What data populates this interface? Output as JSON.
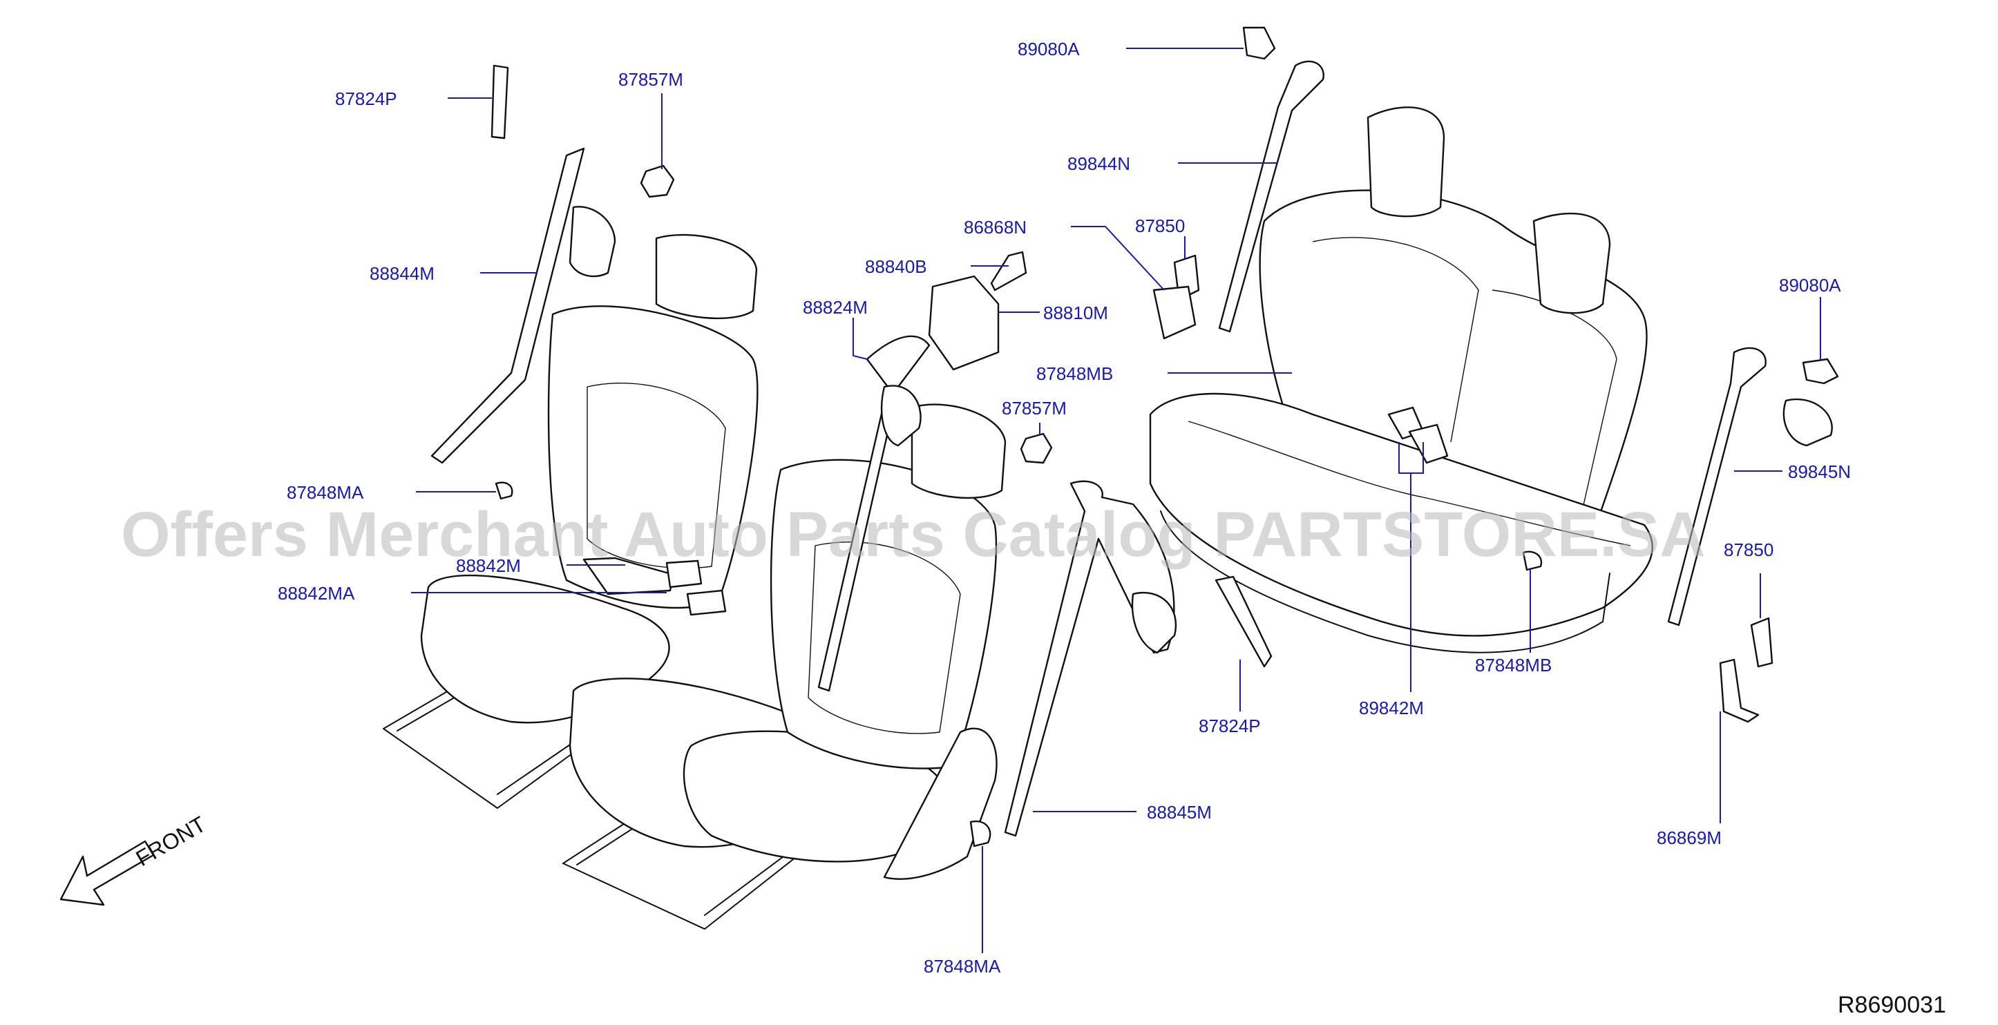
{
  "diagram": {
    "labels": [
      "87824P",
      "87857M",
      "88844M",
      "87848MA",
      "88842M",
      "88842MA",
      "89080A",
      "89844N",
      "86868N",
      "87850",
      "88840B",
      "88810M",
      "88824M",
      "87848MB",
      "87857M",
      "89080A",
      "89845N",
      "87850",
      "87824P",
      "89842M",
      "87848MB",
      "88845M",
      "86869M",
      "87848MA"
    ],
    "front_label": "FRONT",
    "code": "R8690031",
    "watermark": "Offers Merchant Auto Parts Catalog PARTSTORE.SA"
  }
}
